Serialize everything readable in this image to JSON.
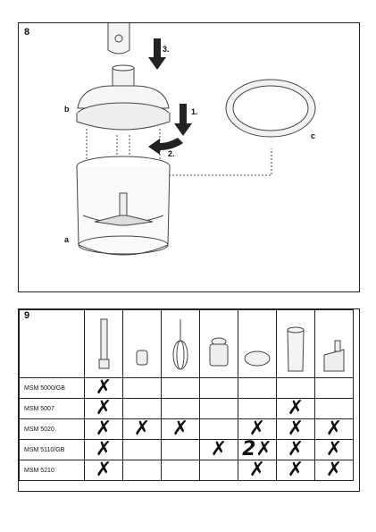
{
  "figure8": {
    "number": "8",
    "labels": {
      "a": "a",
      "b": "b",
      "c": "c"
    },
    "steps": {
      "s1": "1.",
      "s2": "2.",
      "s3": "3."
    }
  },
  "figure9": {
    "number": "9",
    "accessory_icons": [
      "blender-leg-icon",
      "whisk-adapter-icon",
      "whisk-icon",
      "chopper-icon",
      "lid-icon",
      "beaker-icon",
      "ice-crusher-icon"
    ],
    "rows": [
      {
        "model": "MSM 5000/GB",
        "marks": [
          "✗",
          "",
          "",
          "",
          "",
          "",
          ""
        ]
      },
      {
        "model": "MSM 5007",
        "marks": [
          "✗",
          "",
          "",
          "",
          "",
          "✗",
          ""
        ]
      },
      {
        "model": "MSM 5020",
        "marks": [
          "✗",
          "✗",
          "✗",
          "",
          "✗",
          "✗",
          "✗"
        ]
      },
      {
        "model": "MSM 5110/GB",
        "marks": [
          "✗",
          "",
          "",
          "✗",
          "2✗",
          "✗",
          "✗"
        ]
      },
      {
        "model": "MSM 5210",
        "marks": [
          "✗",
          "",
          "",
          "",
          "✗",
          "✗",
          "✗"
        ]
      }
    ]
  }
}
